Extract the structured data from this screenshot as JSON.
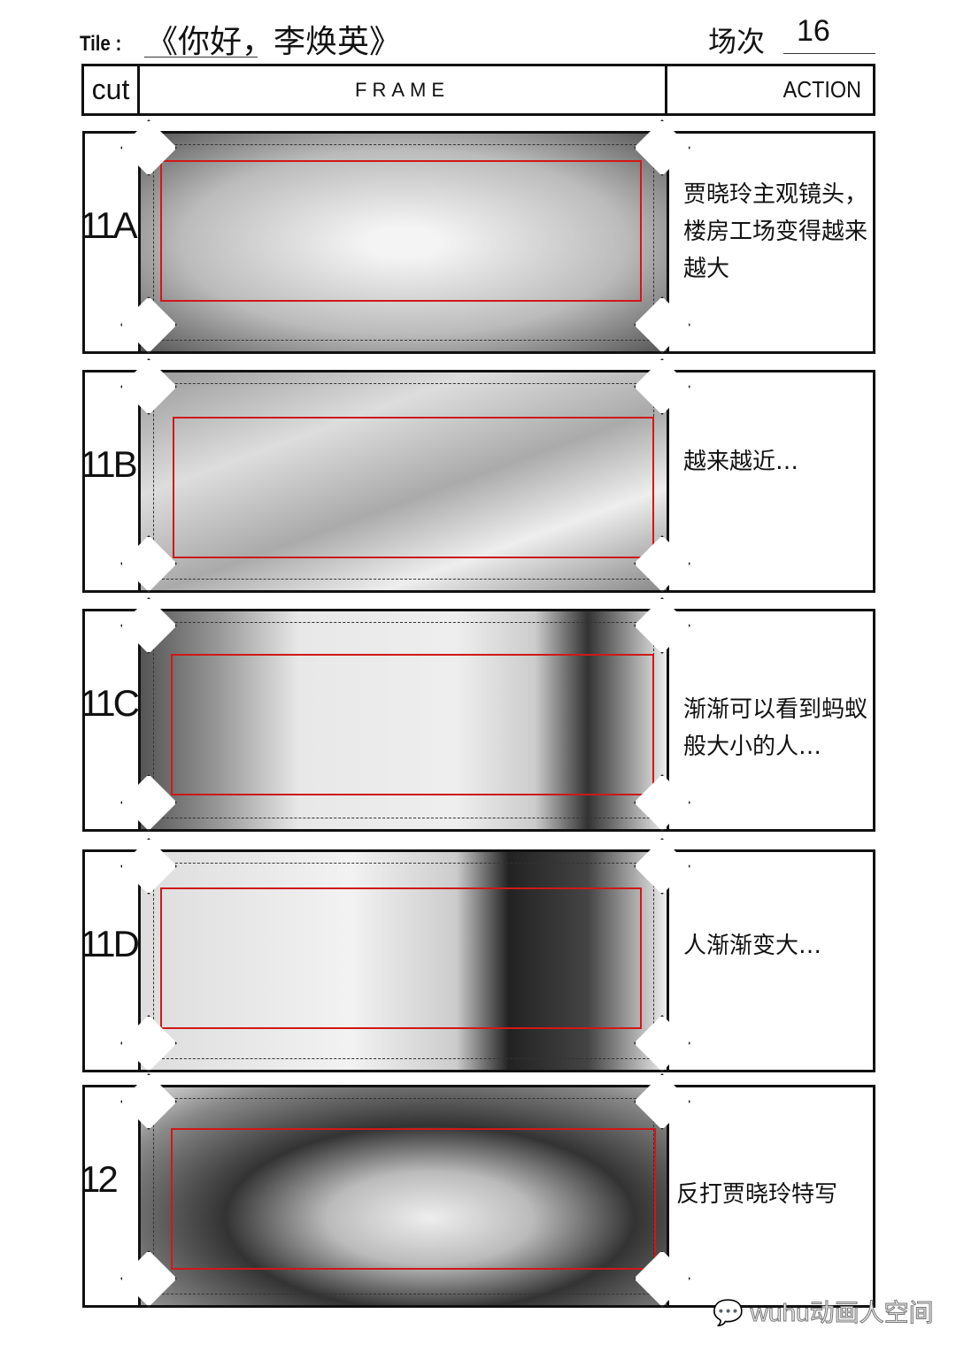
{
  "header": {
    "tile_label": "Tile :",
    "title": "《你好，李焕英》",
    "scene_label": "场次",
    "scene_number": "16",
    "columns": {
      "cut": "cut",
      "frame": "FRAME",
      "action": "ACTION"
    }
  },
  "shots": [
    {
      "cut": "11A",
      "action": "贾晓玲主观镜头，楼房工场变得越来越大"
    },
    {
      "cut": "11B",
      "action": "越来越近…"
    },
    {
      "cut": "11C",
      "action": "渐渐可以看到蚂蚁般大小的人…"
    },
    {
      "cut": "11D",
      "action": "人渐渐变大…"
    },
    {
      "cut": "12",
      "action": "反打贾晓玲特写"
    }
  ],
  "watermark": "wuhu动画人空间",
  "colors": {
    "safe_frame": "#d01818"
  }
}
